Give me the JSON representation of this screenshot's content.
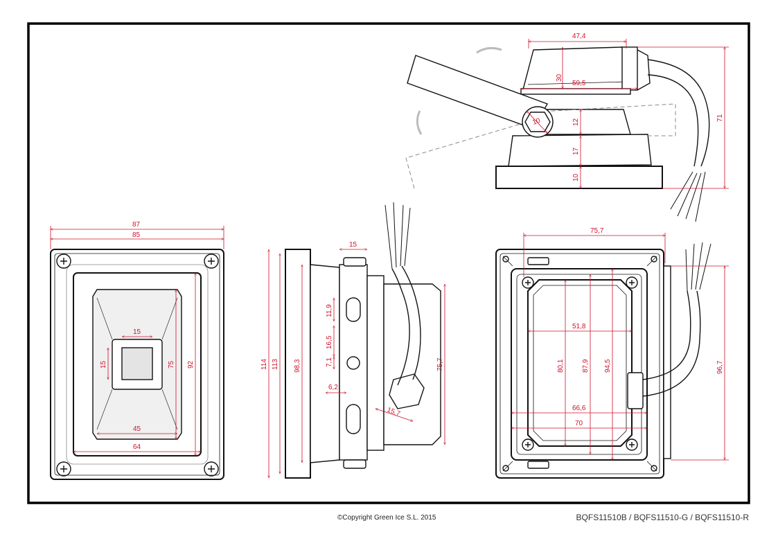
{
  "colors": {
    "dimension": "#d0102a",
    "outline": "#111111",
    "frame": "#000000"
  },
  "footer": {
    "copyright": "©Copyright Green Ice S.L. 2015",
    "models": "BQFS11510B / BQFS11510-G / BQFS11510-R"
  },
  "dims": {
    "side_top": {
      "width_top": "47,4",
      "height_head": "30",
      "width_mid": "59,5",
      "bolt": "10",
      "h_neck": "12",
      "h_base": "17",
      "h_plate": "10",
      "h_total": "71"
    },
    "front": {
      "outer_w": "87",
      "inner_w": "85",
      "led_w": "15",
      "led_h": "15",
      "lens_h": "75",
      "body_h": "92",
      "lens_bottom": "45",
      "window_w": "64"
    },
    "side": {
      "total_h": "114",
      "frame_h": "113",
      "body_h": "98,3",
      "bracket": "15",
      "slot1": "11,9",
      "slot_gap": "16,5",
      "hole": "7,1",
      "pitch": "6,2",
      "gland": "15,7",
      "right_h": "75,7"
    },
    "back": {
      "width": "75,7",
      "inner_w": "51,8",
      "h1": "80,1",
      "h2": "87,9",
      "h3": "94,5",
      "lower_w": "66,6",
      "bottom_w": "70",
      "total_h": "96,7"
    }
  }
}
